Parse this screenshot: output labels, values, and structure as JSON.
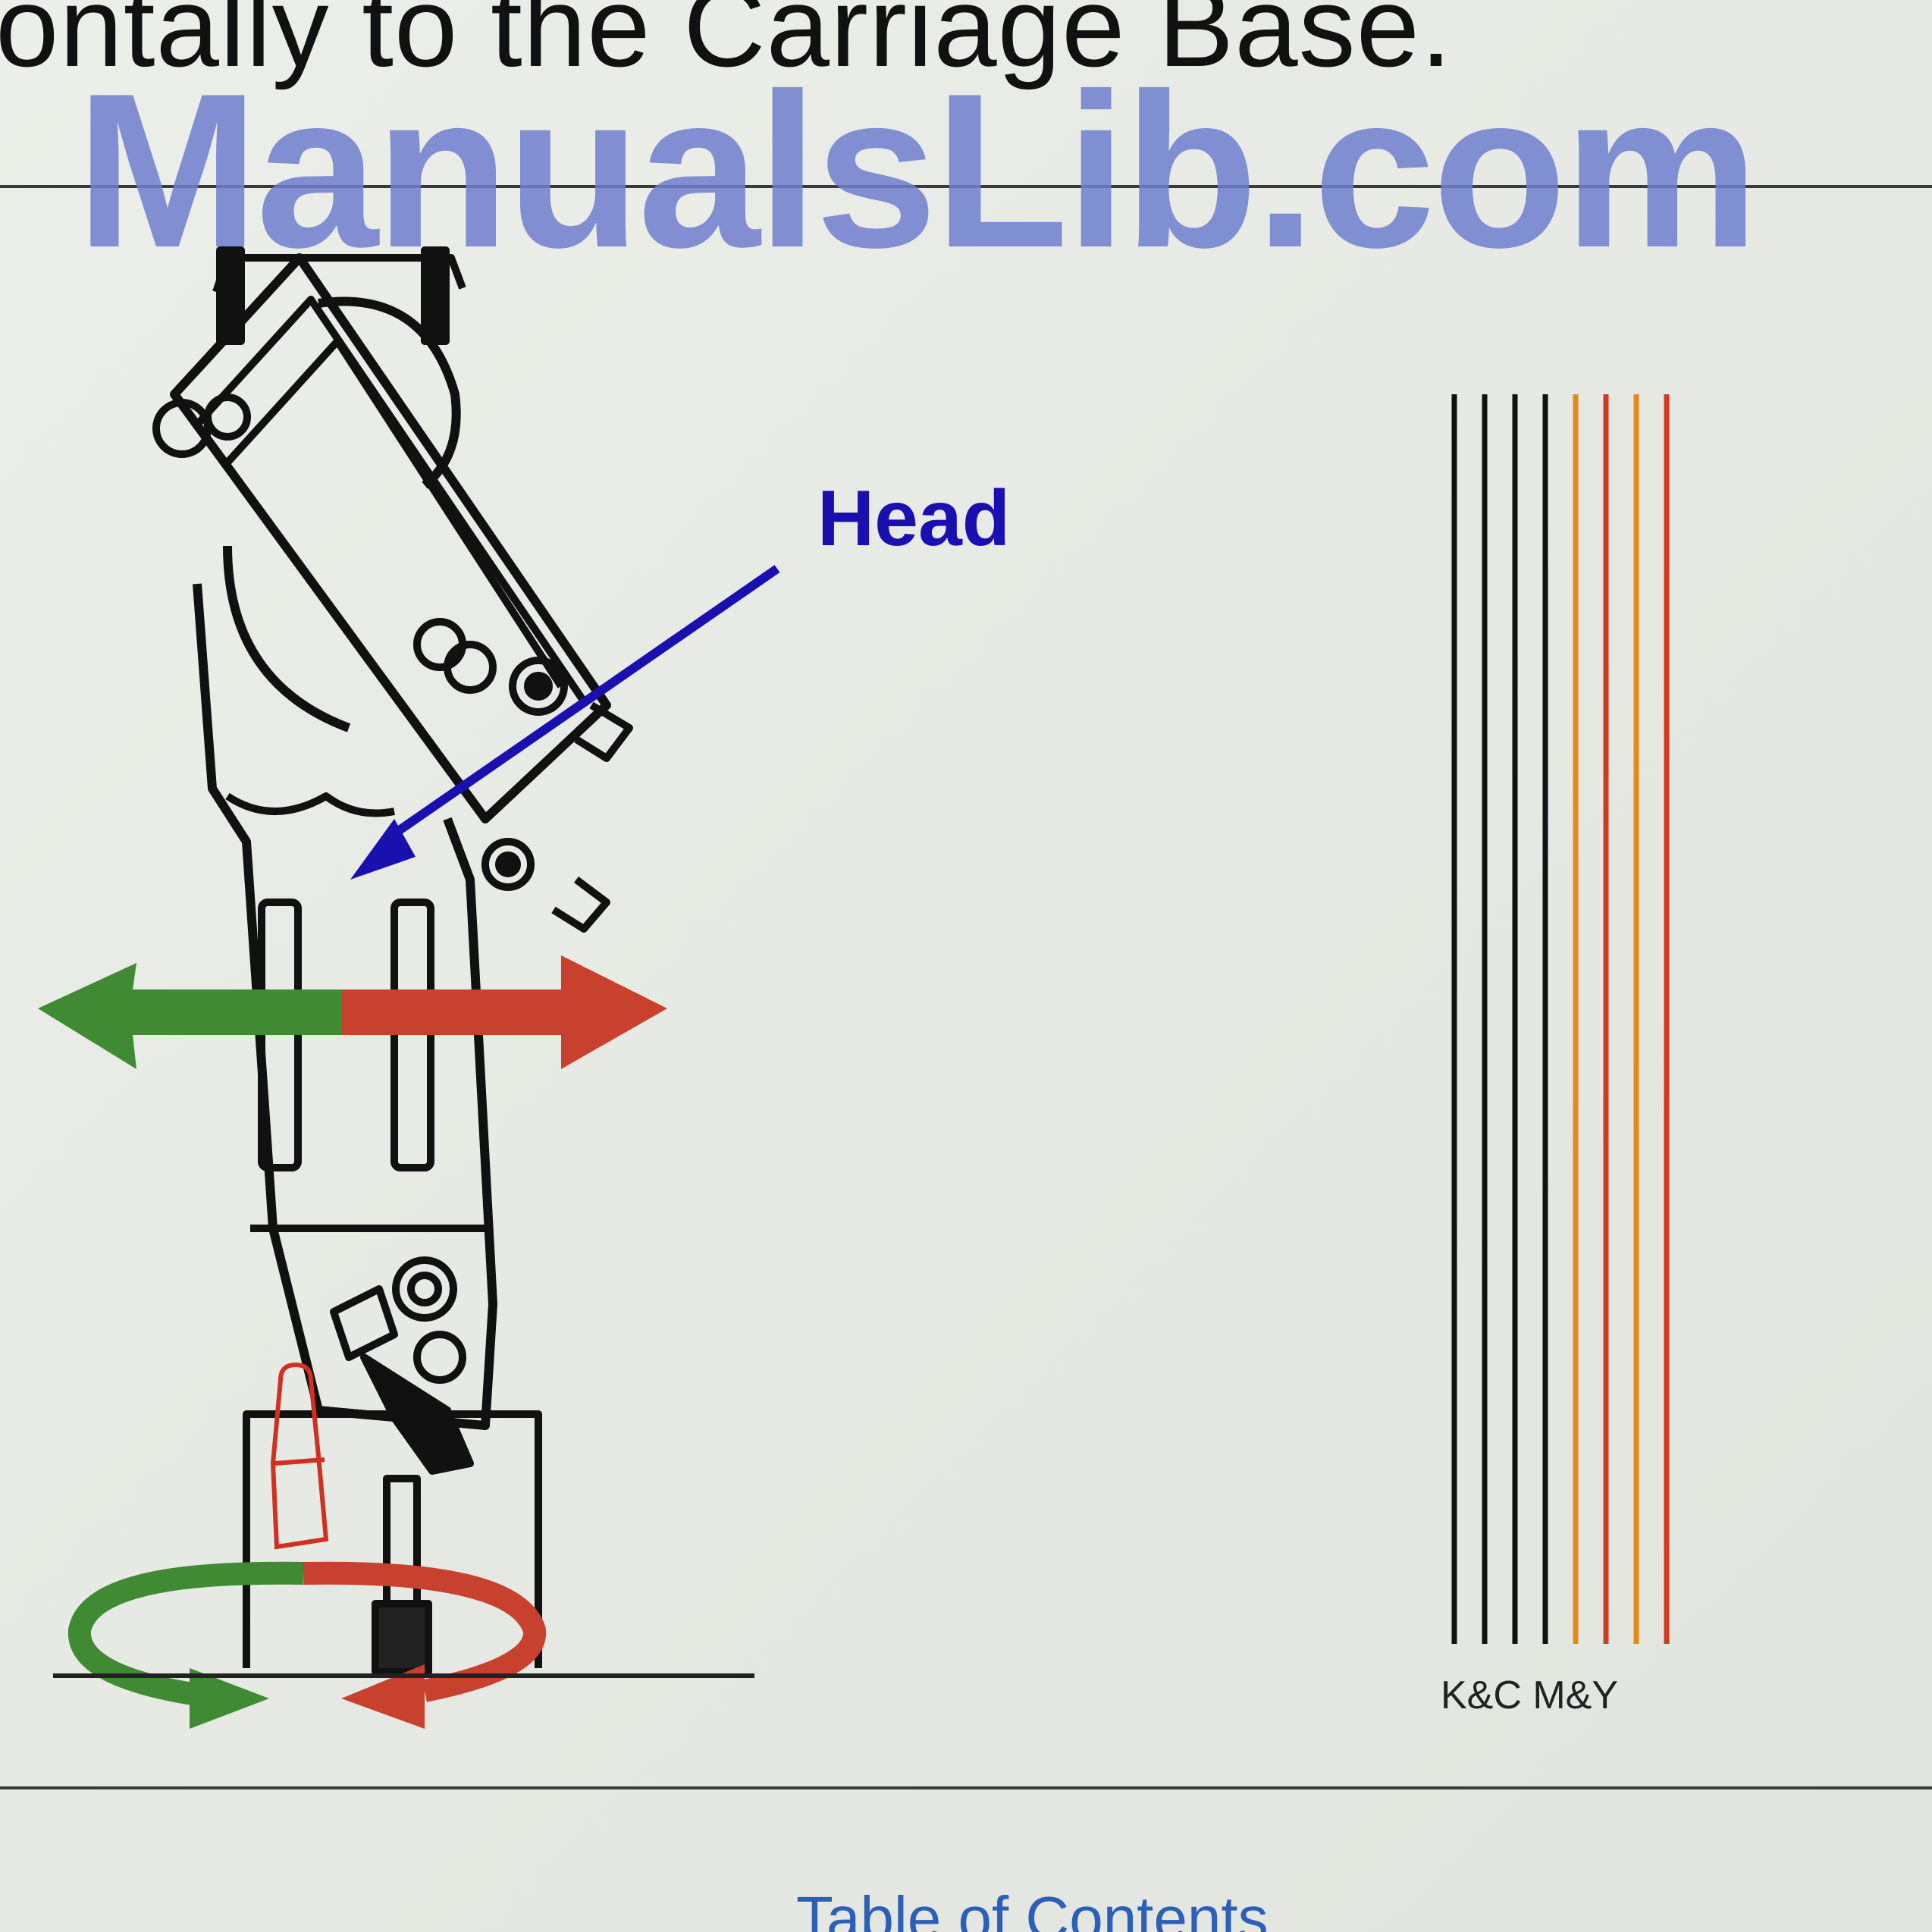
{
  "document": {
    "header_text": "ontally to the Carriage Base.",
    "watermark": "ManualsLib.com",
    "callout_label": "Head",
    "cable_label": "K&C M&Y",
    "footer_link": "Table of Contents"
  },
  "colors": {
    "watermark": "#6f7fcf",
    "callout": "#1a10b0",
    "arrow_left": "#3f8a32",
    "arrow_right": "#c8412e",
    "cable_dark": "#111111",
    "cable_orange": "#e48a1a",
    "cable_red": "#d23a1f"
  },
  "icons": {
    "horizontal_arrow": "double-headed-arrow-icon",
    "rotation_arrow": "rotation-arrow-icon"
  }
}
